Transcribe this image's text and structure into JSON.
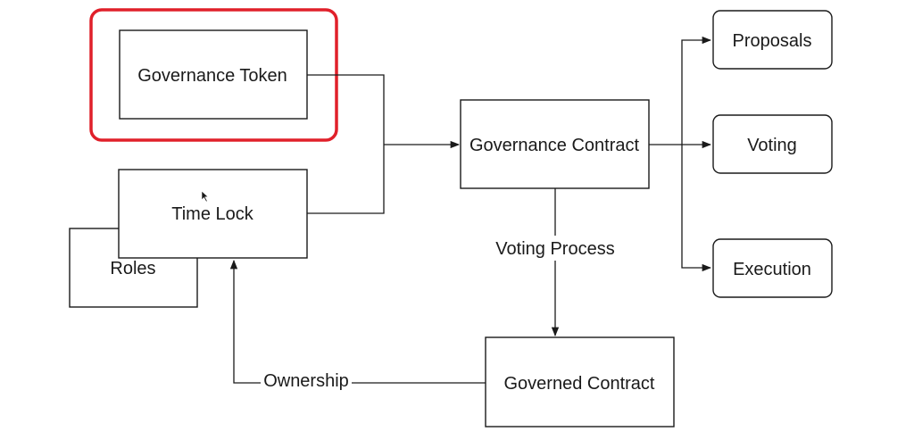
{
  "nodes": {
    "governance_token": "Governance Token",
    "time_lock": "Time Lock",
    "roles": "Roles",
    "governance_contract": "Governance Contract",
    "proposals": "Proposals",
    "voting": "Voting",
    "execution": "Execution",
    "governed_contract": "Governed Contract"
  },
  "edges": {
    "voting_process": "Voting Process",
    "ownership": "Ownership"
  },
  "highlight": {
    "target": "governance_token",
    "color": "#e0202a"
  },
  "colors": {
    "stroke": "#1a1a1a",
    "text": "#1a1a1a",
    "background": "#ffffff"
  }
}
